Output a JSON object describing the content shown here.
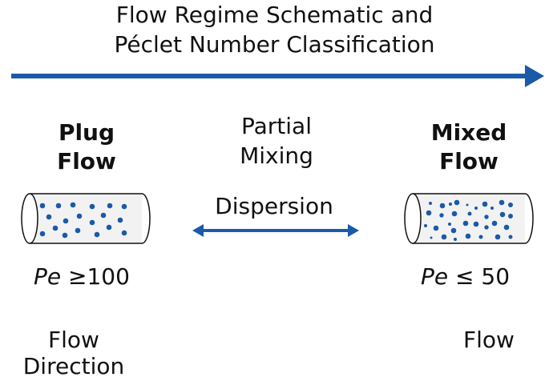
{
  "title": {
    "line1": "Flow Regime Schematic and",
    "line2": "Péclet Number Classification"
  },
  "colors": {
    "arrow": "#1a5aa8",
    "particle": "#1a5aa8",
    "cylinder_fill": "#f2f2f2",
    "cylinder_stroke": "#111111",
    "text": "#111111"
  },
  "plug_flow": {
    "label_line1": "Plug",
    "label_line2": "Flow",
    "pe_symbol": "Pe",
    "pe_condition": "≥100"
  },
  "partial_mixing": {
    "label_line1": "Partial",
    "label_line2": "Mixing",
    "dispersion_label": "Dispersion"
  },
  "mixed_flow": {
    "label_line1": "Mixed",
    "label_line2": "Flow",
    "pe_symbol": "Pe",
    "pe_condition": "≤ 50"
  },
  "bottom_left": {
    "line1": "Flow",
    "line2": "Direction"
  },
  "bottom_right": {
    "line1": "Flow"
  }
}
